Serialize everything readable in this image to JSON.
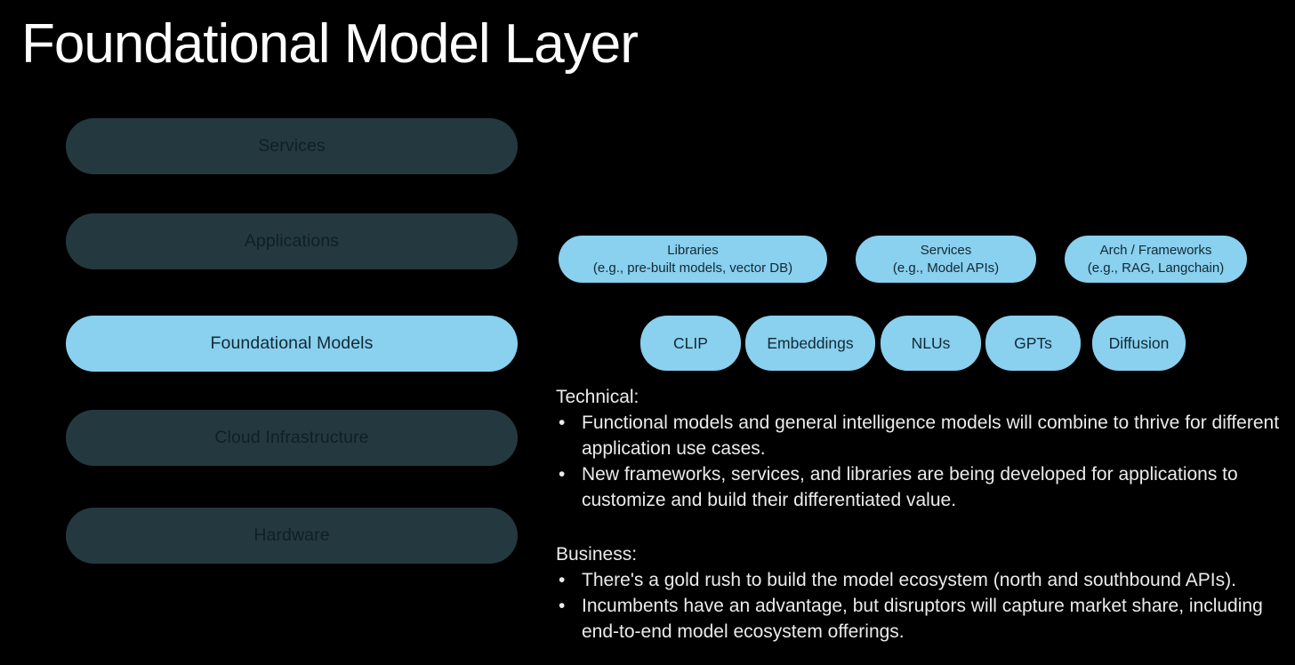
{
  "page": {
    "title": "Foundational Model Layer"
  },
  "colors": {
    "background": "#000000",
    "dark_pill": "#24393f",
    "dark_pill_text": "#0d2026",
    "accent_blue": "#8ad0ef",
    "blue_pill_text": "#112a33",
    "body_text": "#ebebeb",
    "title_text": "#fdfdfd"
  },
  "stack": {
    "items": [
      {
        "label": "Services",
        "highlighted": false
      },
      {
        "label": "Applications",
        "highlighted": false
      },
      {
        "label": "Foundational Models",
        "highlighted": true
      },
      {
        "label": "Cloud Infrastructure",
        "highlighted": false
      },
      {
        "label": "Hardware",
        "highlighted": false
      }
    ]
  },
  "ecosystem_pills": [
    {
      "title": "Libraries",
      "subtitle": "(e.g., pre-built models, vector DB)"
    },
    {
      "title": "Services",
      "subtitle": "(e.g., Model APIs)"
    },
    {
      "title": "Arch / Frameworks",
      "subtitle": "(e.g., RAG, Langchain)"
    }
  ],
  "model_pills": [
    "CLIP",
    "Embeddings",
    "NLUs",
    "GPTs",
    "Diffusion"
  ],
  "notes": {
    "technical": {
      "heading": "Technical:",
      "bullets": [
        "Functional models and general intelligence models will combine to thrive for different application use cases.",
        "New frameworks, services, and libraries are being developed for applications to customize and build their differentiated value."
      ]
    },
    "business": {
      "heading": "Business:",
      "bullets": [
        "There's a gold rush to build the model ecosystem (north and southbound APIs).",
        "Incumbents have an advantage, but disruptors will capture market share, including end-to-end model ecosystem offerings."
      ]
    }
  }
}
